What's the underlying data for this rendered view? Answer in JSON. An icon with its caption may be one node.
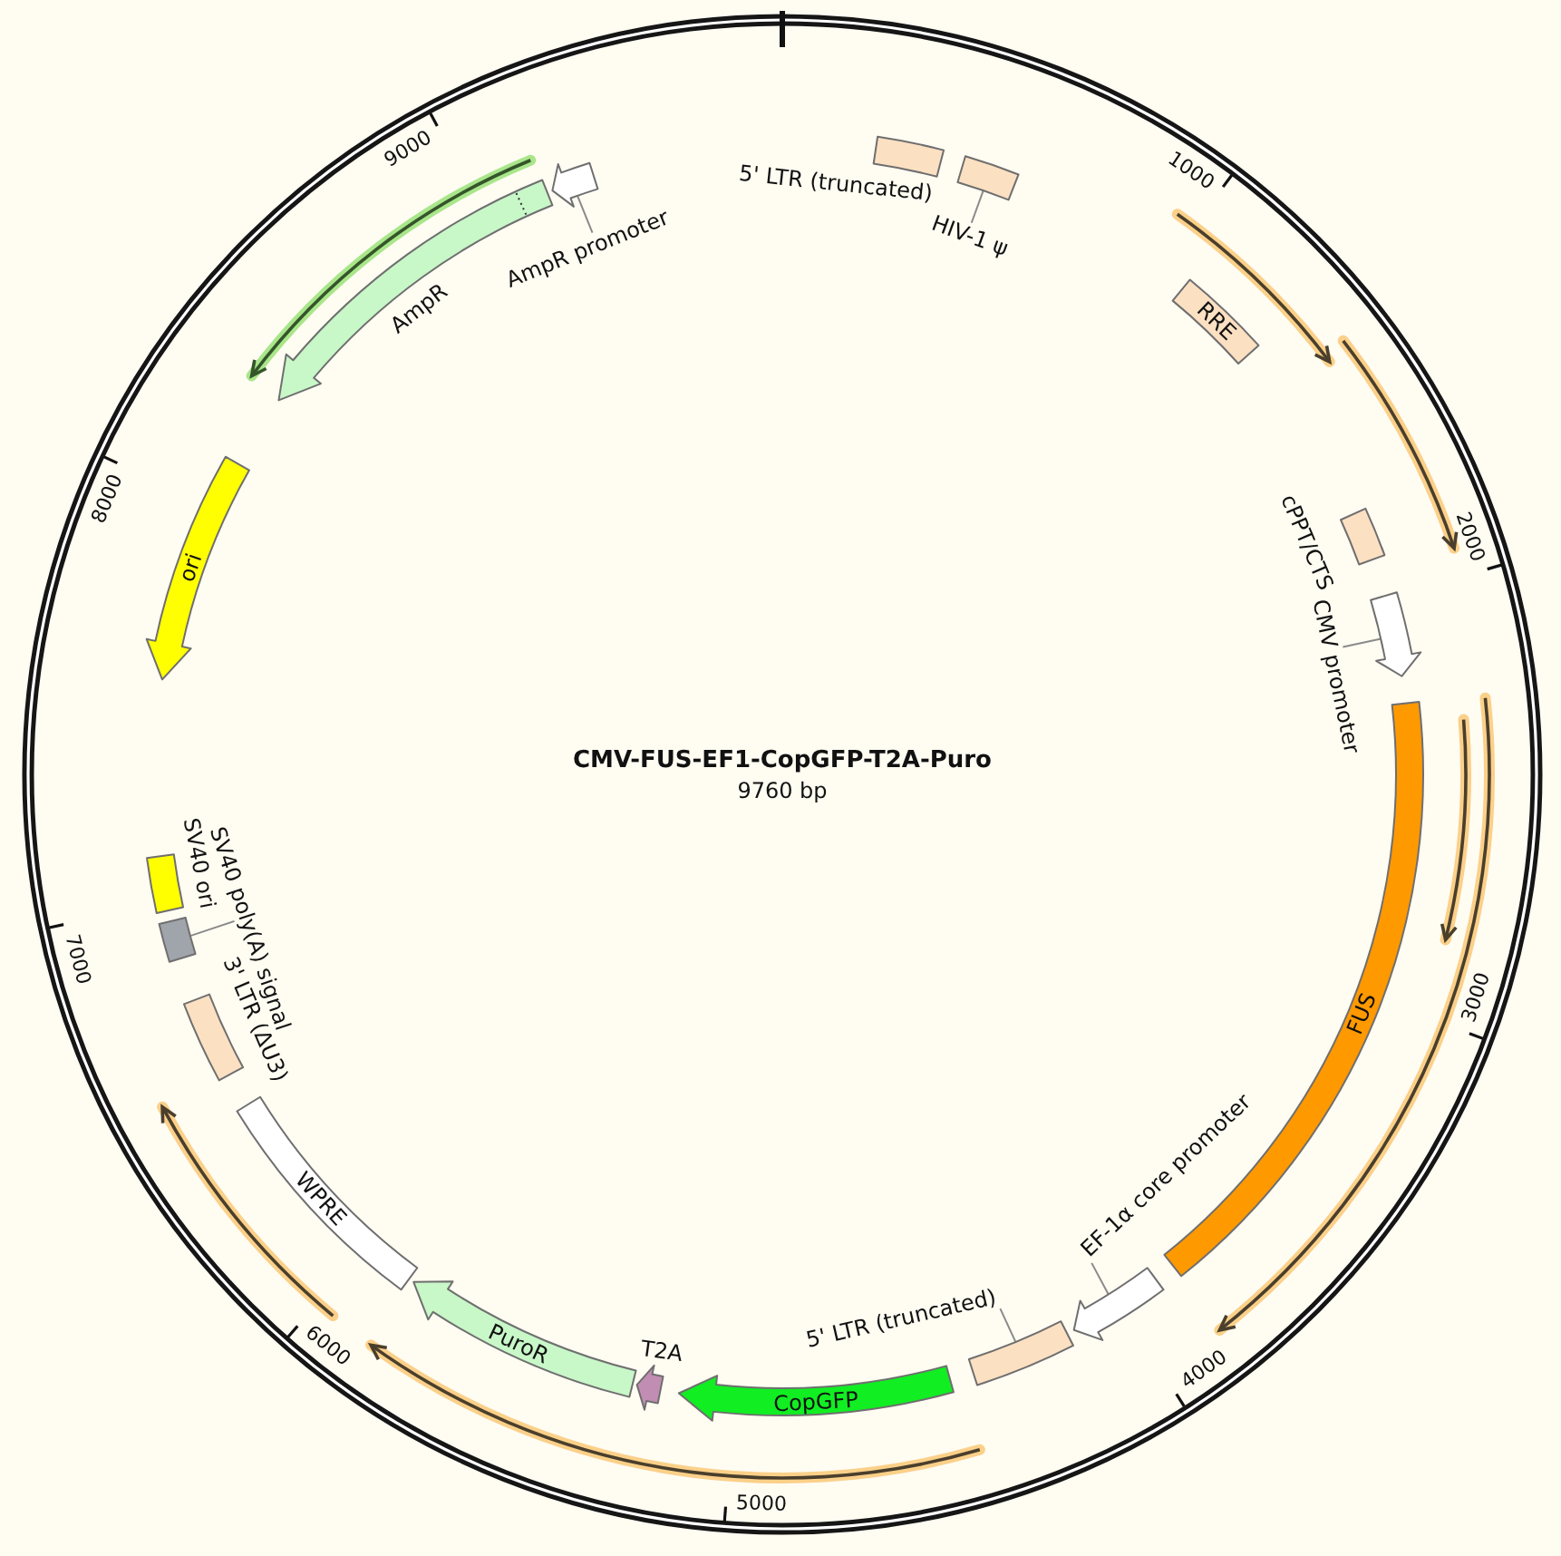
{
  "diagram": {
    "title": "CMV-FUS-EF1-CopGFP-T2A-Puro",
    "nodes": [
      {
        "text": [],
        "shape": "box",
        "beside": [
          "5' LTR (truncated)"
        ]
      },
      {
        "text": [
          "HIV-1 ψ"
        ]
      },
      {
        "text": [],
        "shape": "box"
      },
      {
        "text": [
          "RRE"
        ]
      },
      {
        "text": [],
        "shape": "box",
        "beside": [
          "cPPT/CTS"
        ]
      },
      {
        "text": [
          "CMV promoter"
        ]
      },
      {
        "text": [],
        "shape": "arrow"
      },
      {
        "text": [
          "FUS"
        ]
      },
      {
        "text": [
          "EF-1α core promoter"
        ]
      },
      {
        "text": [],
        "shape": "arrow"
      },
      {
        "text": [
          "5' LTR (truncated)"
        ]
      },
      {
        "text": [],
        "shape": "box"
      },
      {
        "text": [
          "CopGFP"
        ]
      },
      {
        "text": [],
        "shape": "arrow",
        "beside": [
          "T2A"
        ]
      },
      {
        "text": [
          "PuroR"
        ]
      },
      {
        "text": [
          "WPRE"
        ]
      },
      {
        "text": [],
        "shape": "box",
        "beside": [
          "3' LTR (ΔU3)"
        ]
      },
      {
        "text": [
          "SV40 poly(A) signal"
        ]
      },
      {
        "text": [],
        "shape": "box"
      },
      {
        "text": [],
        "shape": "box",
        "beside": [
          "SV40 ori"
        ]
      },
      {
        "text": [
          "ori"
        ]
      },
      {
        "text": [],
        "shape": "arrow",
        "beside": [
          "AmpR"
        ]
      },
      {
        "text": [
          "AmpR promoter"
        ]
      },
      {
        "text": [],
        "shape": "arrow"
      }
    ],
    "edges": [
      {
        "from": 1,
        "to": 2,
        "arrow": "none"
      },
      {
        "from": 5,
        "to": 6,
        "arrow": "none"
      },
      {
        "from": 8,
        "to": 9,
        "arrow": "none"
      },
      {
        "from": 10,
        "to": 11,
        "arrow": "none"
      },
      {
        "from": 17,
        "to": 18,
        "arrow": "none"
      },
      {
        "from": 22,
        "to": 23,
        "arrow": "none"
      }
    ],
    "labels": [
      "9760 bp",
      "1000",
      "2000",
      "3000",
      "4000",
      "5000",
      "6000",
      "7000",
      "8000",
      "9000"
    ]
  }
}
